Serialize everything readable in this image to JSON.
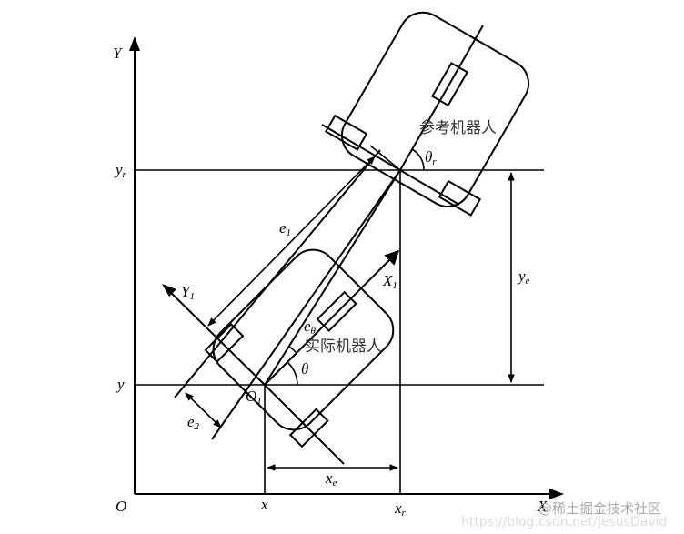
{
  "diagram": {
    "type": "robot-trajectory-tracking-error-model",
    "axes": {
      "x_axis_label": "X",
      "y_axis_label": "Y",
      "origin_label": "O"
    },
    "ticks": {
      "x": "x",
      "x_r": "x",
      "x_r_sub": "r",
      "y": "y",
      "y_r": "y",
      "y_r_sub": "r"
    },
    "reference_robot": {
      "label": "参考机器人",
      "angle_label": "θ",
      "angle_sub": "r"
    },
    "actual_robot": {
      "label": "实际机器人",
      "angle_label": "θ",
      "origin_label": "O",
      "origin_sub": "1",
      "body_x_axis": "X",
      "body_x_sub": "1",
      "body_y_axis": "Y",
      "body_y_sub": "1"
    },
    "errors": {
      "e1": "e",
      "e1_sub": "1",
      "e2": "e",
      "e2_sub": "2",
      "etheta": "e",
      "etheta_sub": "θ",
      "xe": "x",
      "xe_sub": "e",
      "ye": "y",
      "ye_sub": "e"
    },
    "colors": {
      "line": "#000000",
      "text": "#000000",
      "chinese_label": "#333333",
      "watermark": "#d0d0d0"
    }
  },
  "watermark": {
    "brand": "@稀土掘金技术社区",
    "url": "https://blog.csdn.net/JesusDavid"
  }
}
